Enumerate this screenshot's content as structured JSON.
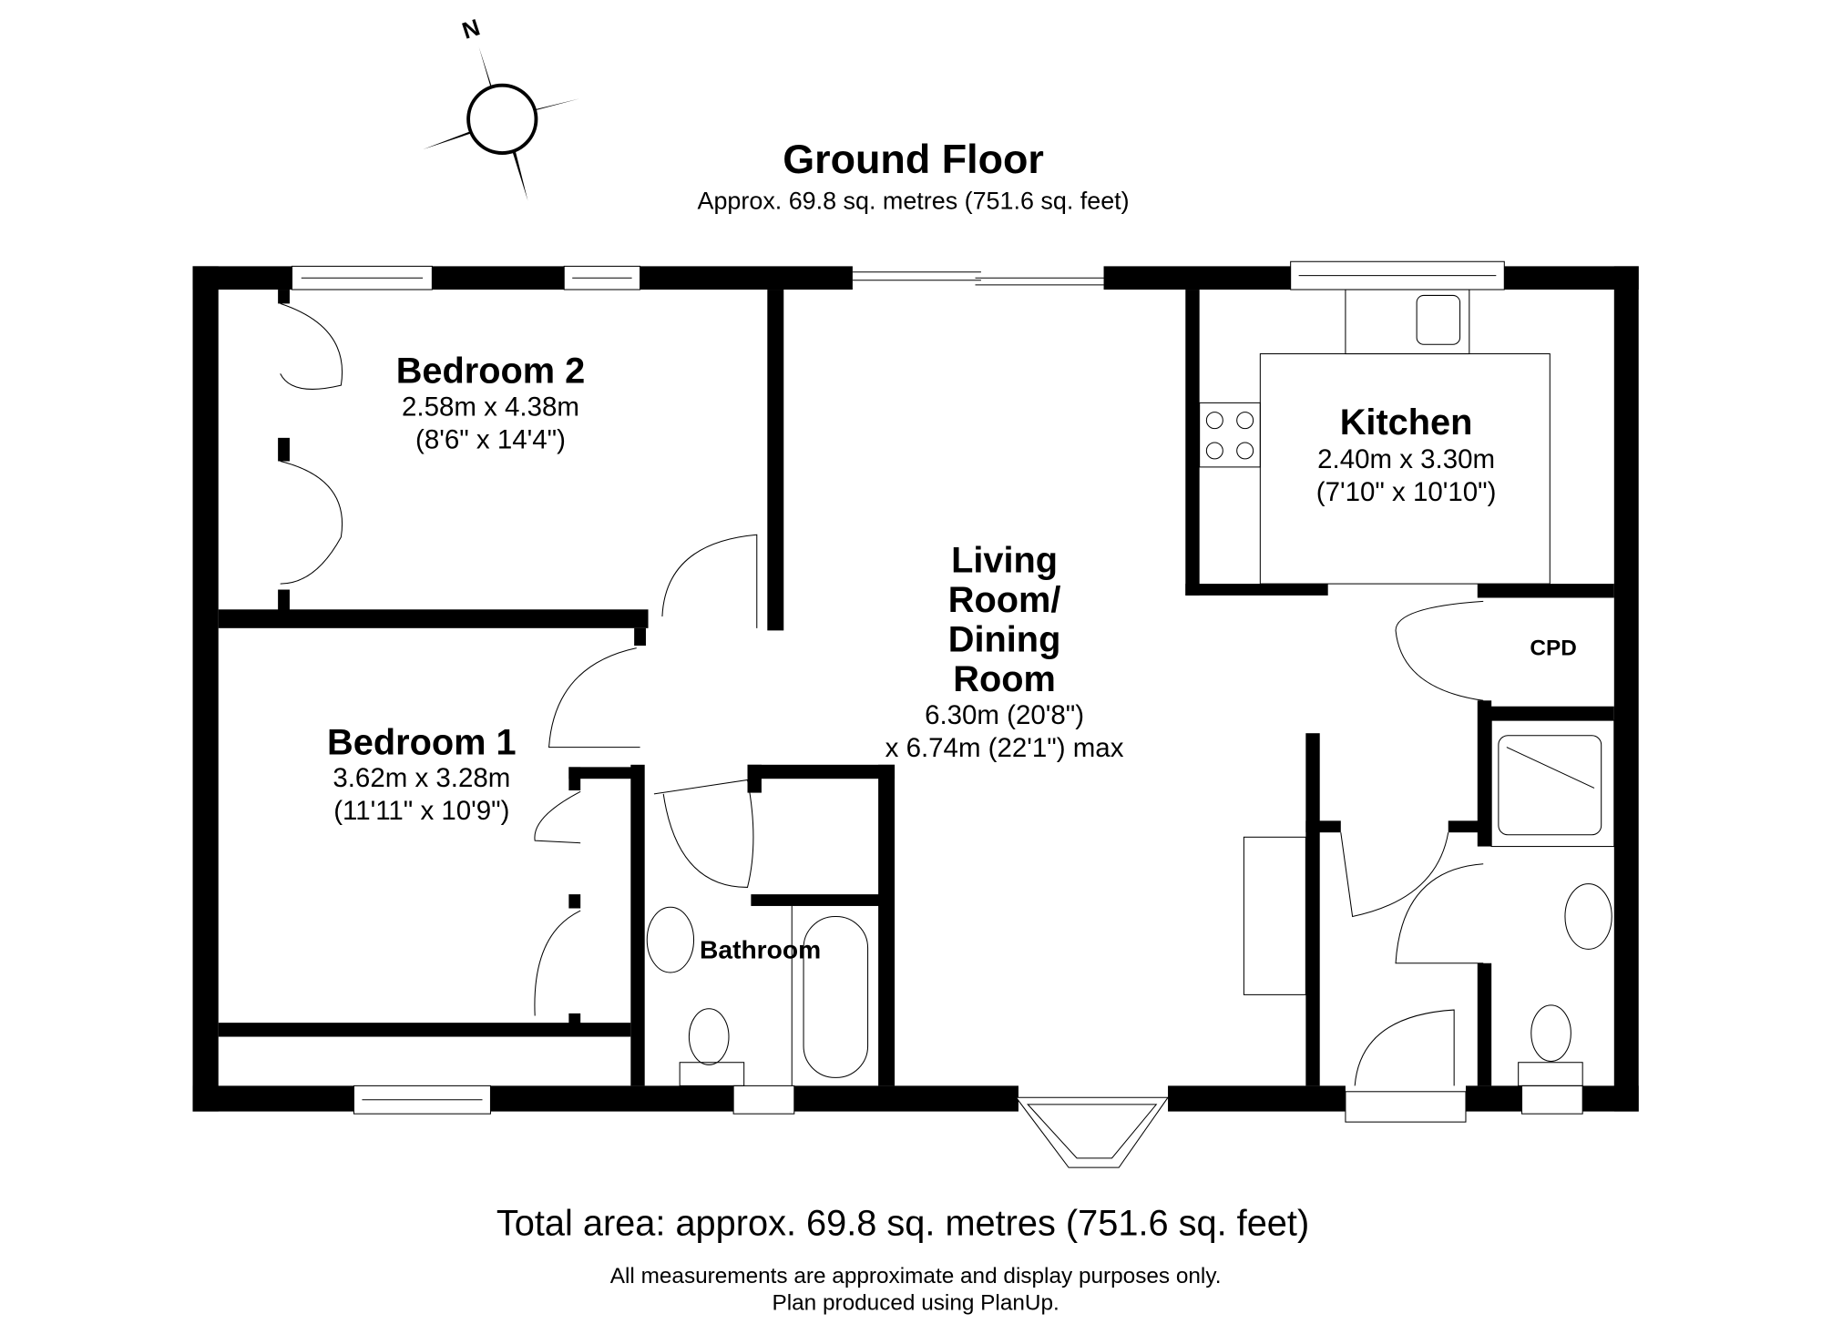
{
  "compass": {
    "label": "N"
  },
  "header": {
    "title": "Ground Floor",
    "subtitle": "Approx. 69.8 sq. metres (751.6 sq. feet)"
  },
  "rooms": {
    "bedroom2": {
      "name": "Bedroom 2",
      "metric": "2.58m x 4.38m",
      "imperial": "(8'6\" x 14'4\")"
    },
    "bedroom1": {
      "name": "Bedroom 1",
      "metric": "3.62m x 3.28m",
      "imperial": "(11'11\" x 10'9\")"
    },
    "living": {
      "name_lines": [
        "Living",
        "Room/",
        "Dining",
        "Room"
      ],
      "metric": "6.30m (20'8\")",
      "imperial": "x 6.74m (22'1\") max"
    },
    "kitchen": {
      "name": "Kitchen",
      "metric": "2.40m x 3.30m",
      "imperial": "(7'10\" x 10'10\")"
    },
    "cpd": {
      "name": "CPD"
    },
    "bathroom": {
      "name": "Bathroom"
    }
  },
  "footer": {
    "total": "Total area: approx. 69.8 sq. metres (751.6 sq. feet)",
    "disclaimer": "All measurements are approximate and display purposes only.",
    "credit": "Plan produced using PlanUp."
  }
}
